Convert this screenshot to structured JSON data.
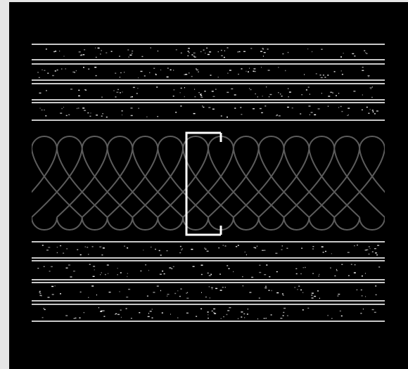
{
  "colors": {
    "page_background": "#e6e6e6",
    "canvas_background": "#000000",
    "layer_lines": "#e6e6e6",
    "speckle": "#ffffff",
    "insulation_curves": "#5c5c5c",
    "selection_bracket": "#ffffff"
  },
  "drawing": {
    "kind": "wall-section-detail",
    "upper_layers": 4,
    "insulation_loops": 14,
    "lower_layers": 4,
    "selection_bracket": true
  }
}
